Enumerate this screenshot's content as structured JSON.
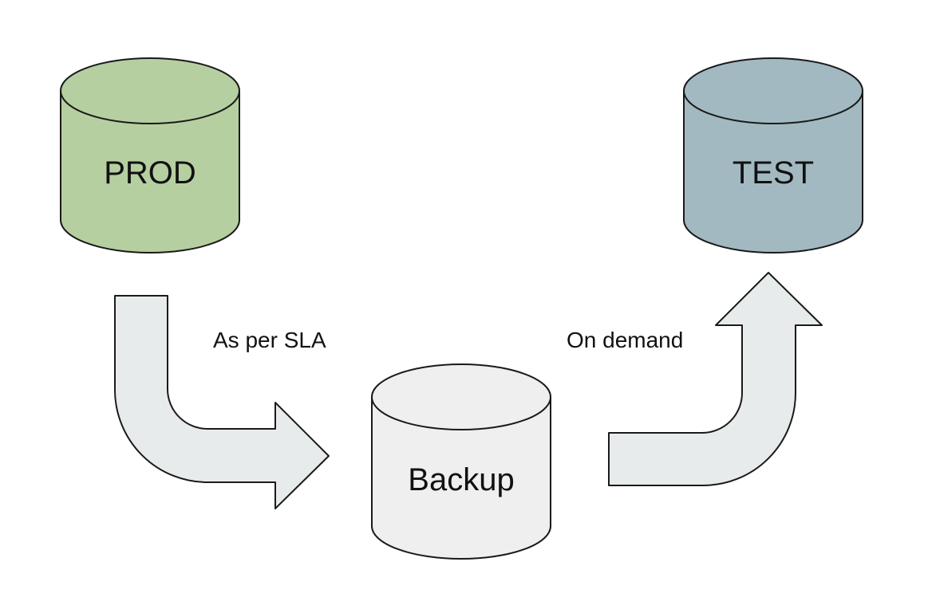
{
  "databases": {
    "prod": {
      "label": "PROD",
      "color": "#b6cfa1"
    },
    "test": {
      "label": "TEST",
      "color": "#a2b9c1"
    },
    "backup": {
      "label": "Backup",
      "color": "#efefef"
    }
  },
  "flows": {
    "prod_to_backup": {
      "label": "As per SLA"
    },
    "backup_to_test": {
      "label": "On demand"
    }
  },
  "colors": {
    "arrow_fill": "#e8ebeb",
    "stroke": "#1a1a1a"
  }
}
